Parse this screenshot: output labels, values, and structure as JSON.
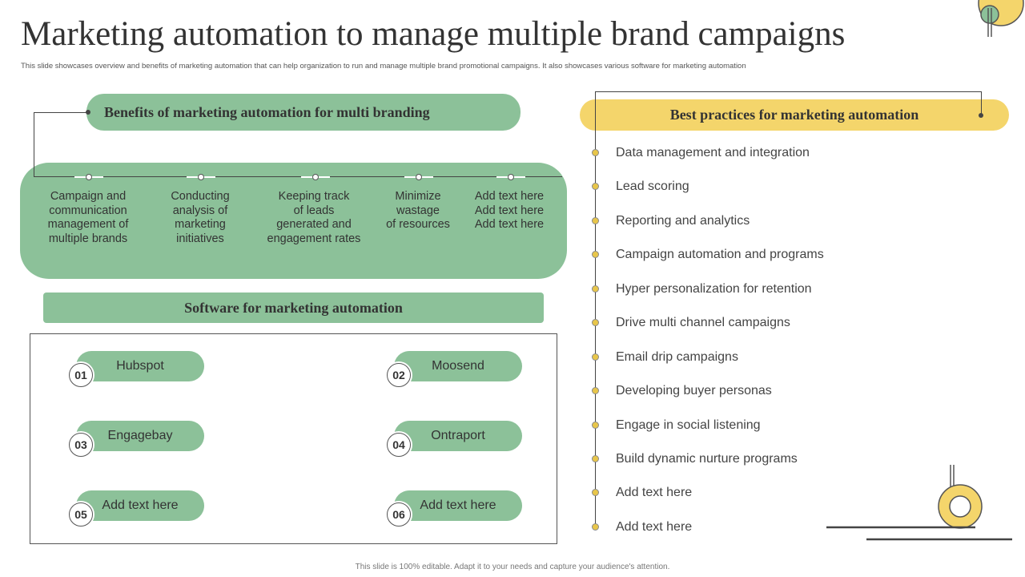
{
  "title": "Marketing automation to manage multiple brand campaigns",
  "subtitle": "This slide showcases overview and benefits of marketing automation that can help organization to run and manage multiple brand promotional campaigns. It also showcases various software for marketing automation",
  "benefits": {
    "header": "Benefits of marketing automation for multi branding",
    "items": [
      {
        "lines": [
          "Campaign and",
          "communication",
          "management of",
          "multiple brands"
        ]
      },
      {
        "lines": [
          "Conducting",
          "analysis of",
          "marketing",
          "initiatives"
        ]
      },
      {
        "lines": [
          "Keeping track",
          "of leads",
          "generated and",
          "engagement rates"
        ]
      },
      {
        "lines": [
          "Minimize",
          "wastage",
          "of resources"
        ]
      },
      {
        "lines": [
          "Add text here",
          "Add text here",
          "Add text here"
        ]
      }
    ]
  },
  "software": {
    "header": "Software for marketing automation",
    "items": [
      {
        "num": "01",
        "label": "Hubspot"
      },
      {
        "num": "02",
        "label": "Moosend"
      },
      {
        "num": "03",
        "label": "Engagebay"
      },
      {
        "num": "04",
        "label": "Ontraport"
      },
      {
        "num": "05",
        "label": "Add text here"
      },
      {
        "num": "06",
        "label": "Add text here"
      }
    ]
  },
  "best_practices": {
    "header": "Best practices for marketing automation",
    "items": [
      "Data management and integration",
      "Lead scoring",
      "Reporting and analytics",
      "Campaign automation and programs",
      "Hyper personalization for retention",
      "Drive multi channel campaigns",
      "Email drip campaigns",
      "Developing buyer personas",
      "Engage in social listening",
      "Build dynamic nurture  programs",
      "Add text here",
      "Add text here"
    ]
  },
  "footer": "This slide is 100% editable. Adapt it to your needs and capture your audience's attention.",
  "colors": {
    "green": "#8cc199",
    "yellow": "#f4d56b",
    "text": "#333333"
  }
}
